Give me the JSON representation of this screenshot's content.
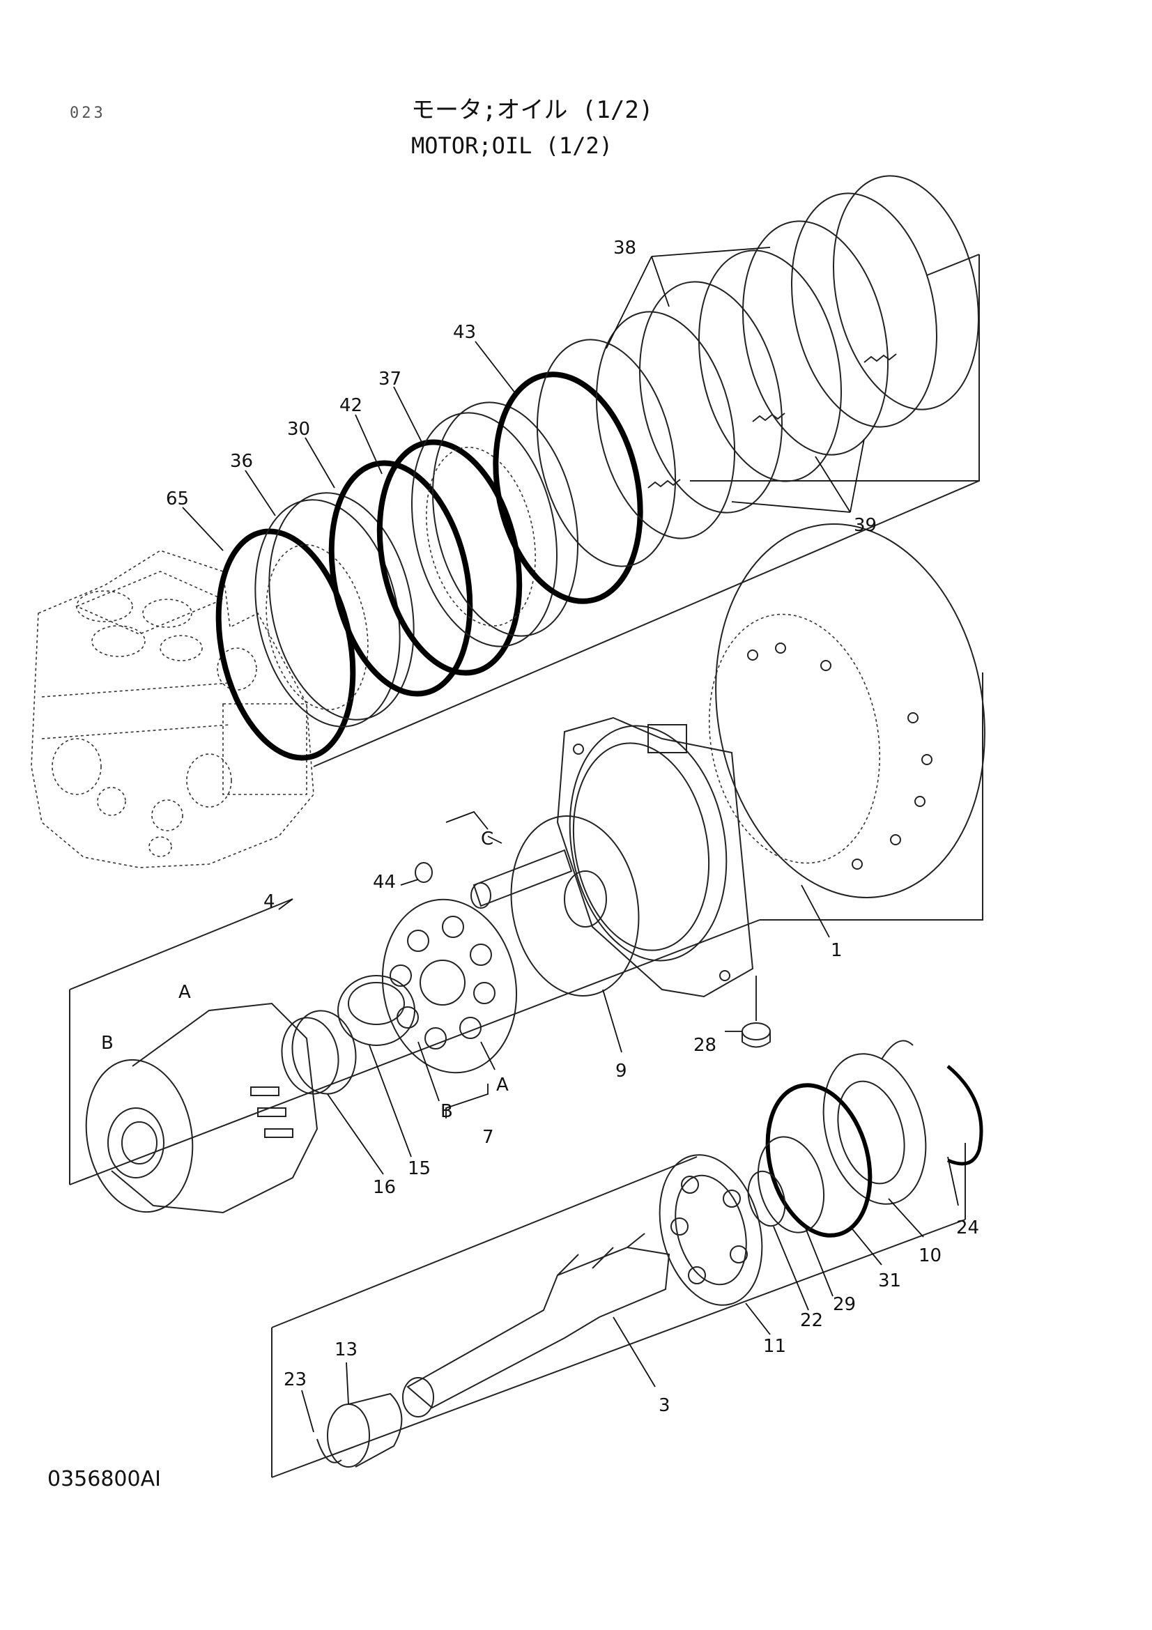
{
  "header": {
    "page_number": "023",
    "title_jp": "モータ;オイル (1/2)",
    "title_en": "MOTOR;OIL (1/2)"
  },
  "drawing_code": "0356800AI",
  "callouts": {
    "c1": "1",
    "c3": "3",
    "c4": "4",
    "c7": "7",
    "c9": "9",
    "c10": "10",
    "c11": "11",
    "c13": "13",
    "c15": "15",
    "c16": "16",
    "c22": "22",
    "c23": "23",
    "c24": "24",
    "c28": "28",
    "c29": "29",
    "c30": "30",
    "c31": "31",
    "c36": "36",
    "c37": "37",
    "c38": "38",
    "c39": "39",
    "c42": "42",
    "c43": "43",
    "c44": "44",
    "c65": "65",
    "ref_a": "A",
    "ref_b": "B",
    "ref_c": "C"
  }
}
